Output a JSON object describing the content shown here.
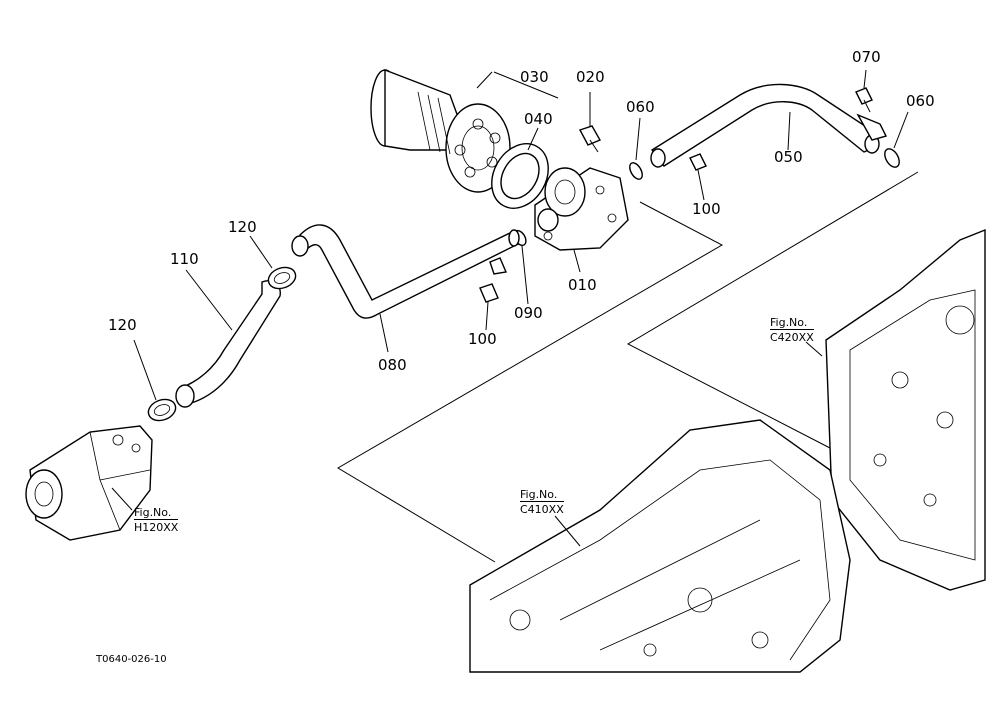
{
  "part_labels": [
    "030",
    "020",
    "060",
    "070",
    "060",
    "040",
    "050",
    "100",
    "120",
    "110",
    "010",
    "100",
    "090",
    "120",
    "080"
  ],
  "figure_refs": [
    {
      "prefix": "Fig.No.",
      "code": "C420XX"
    },
    {
      "prefix": "Fig.No.",
      "code": "C410XX"
    },
    {
      "prefix": "Fig.No.",
      "code": "H120XX"
    }
  ],
  "doc_id": "T0640-026-10"
}
